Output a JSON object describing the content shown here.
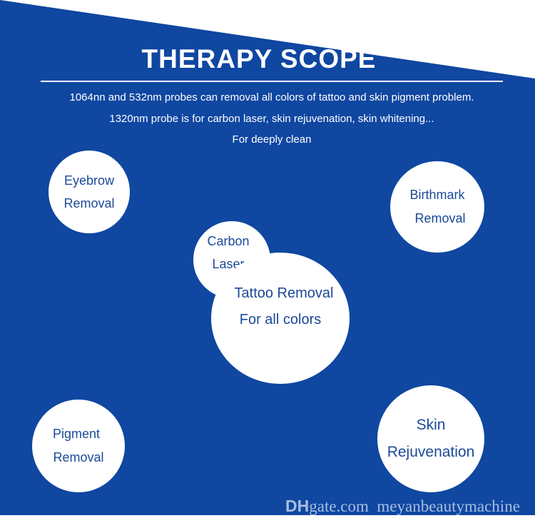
{
  "title": "THERAPY SCOPE",
  "description": [
    "1064nn and 532nm probes can removal all colors of tattoo and skin pigment problem.",
    "1320nm probe is for carbon laser, skin rejuvenation, skin whitening...",
    "For deeply clean"
  ],
  "circles": {
    "eyebrow": [
      "Eyebrow",
      "Removal"
    ],
    "birthmark": [
      "Birthmark",
      "Removal"
    ],
    "carbon": [
      "Carbon",
      "Laser"
    ],
    "tattoo": [
      "Tattoo Removal",
      "For all colors"
    ],
    "pigment": [
      "Pigment",
      "Removal"
    ],
    "skin": [
      "Skin",
      "Rejuvenation"
    ]
  },
  "watermark": {
    "logo": "DH",
    "domain": "gate.com",
    "store": "meyanbeautymachine"
  },
  "colors": {
    "background": "#0f47a1",
    "circle_text": "#1b4a98"
  }
}
